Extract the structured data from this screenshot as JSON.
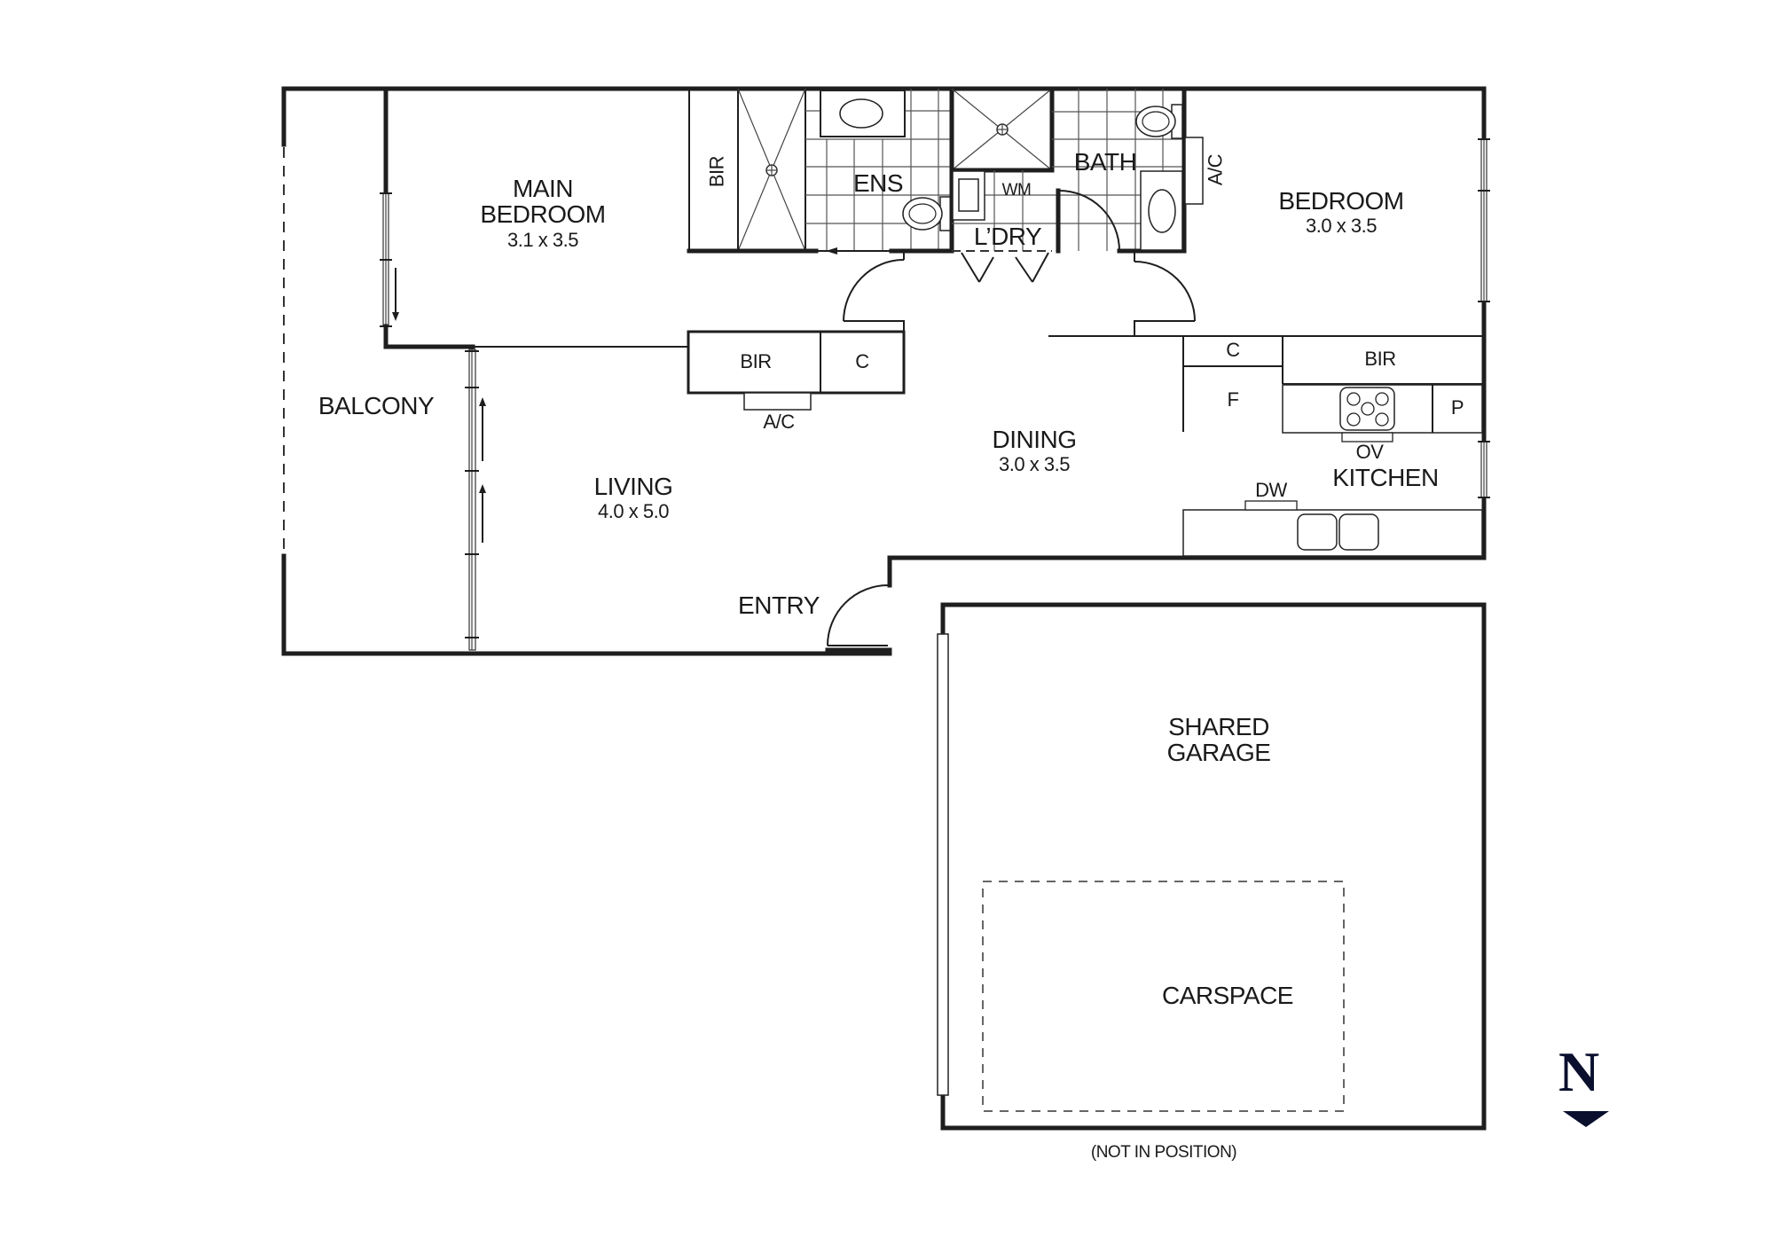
{
  "floorplan": {
    "rooms": {
      "main_bedroom": {
        "name_line1": "MAIN",
        "name_line2": "BEDROOM",
        "size": "3.1 x 3.5"
      },
      "bedroom": {
        "name": "BEDROOM",
        "size": "3.0 x 3.5"
      },
      "living": {
        "name": "LIVING",
        "size": "4.0 x 5.0"
      },
      "dining": {
        "name": "DINING",
        "size": "3.0 x 3.5"
      },
      "kitchen": {
        "name": "KITCHEN"
      },
      "balcony": {
        "name": "BALCONY"
      },
      "entry": {
        "name": "ENTRY"
      },
      "ensuite": {
        "name": "ENS"
      },
      "bath": {
        "name": "BATH"
      },
      "laundry": {
        "name": "L’DRY"
      },
      "garage": {
        "name_line1": "SHARED",
        "name_line2": "GARAGE"
      },
      "carspace": {
        "name": "CARSPACE"
      }
    },
    "fixtures": {
      "bir_main": "BIR",
      "bir_living": "BIR",
      "cupboard_living": "C",
      "ac_living": "A/C",
      "ac_bedroom": "A/C",
      "wm": "WM",
      "cupboard_kitchen": "C",
      "bir_bedroom": "BIR",
      "fridge": "F",
      "pantry": "P",
      "oven": "OV",
      "dishwasher": "DW"
    },
    "garage_note": "(NOT IN POSITION)",
    "north_label": "N",
    "colors": {
      "wall": "#1e1e1e",
      "north": "#0a0f2e"
    }
  }
}
